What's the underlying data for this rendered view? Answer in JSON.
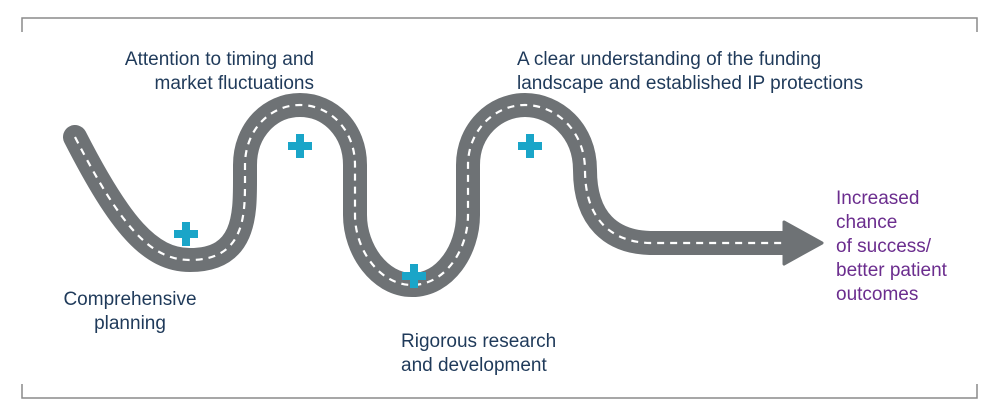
{
  "colors": {
    "frame": "#8a8a8a",
    "road": "#6e7275",
    "road_dashes": "#ffffff",
    "plus": "#1aa5c8",
    "label_text": "#1f3a5a",
    "outcome_text": "#6b2d8e"
  },
  "icons": [
    "plus-icon",
    "arrow-head-icon"
  ],
  "labels": {
    "timing": {
      "line1": "Attention to timing and",
      "line2": "market fluctuations"
    },
    "funding": {
      "line1": "A clear understanding of the funding",
      "line2": "landscape and established IP protections"
    },
    "planning": {
      "line1": "Comprehensive",
      "line2": "planning"
    },
    "research": {
      "line1": "Rigorous research",
      "line2": "and development"
    },
    "outcome": {
      "line1": "Increased",
      "line2": "chance",
      "line3": "of success/",
      "line4": "better patient",
      "line5": "outcomes"
    }
  }
}
